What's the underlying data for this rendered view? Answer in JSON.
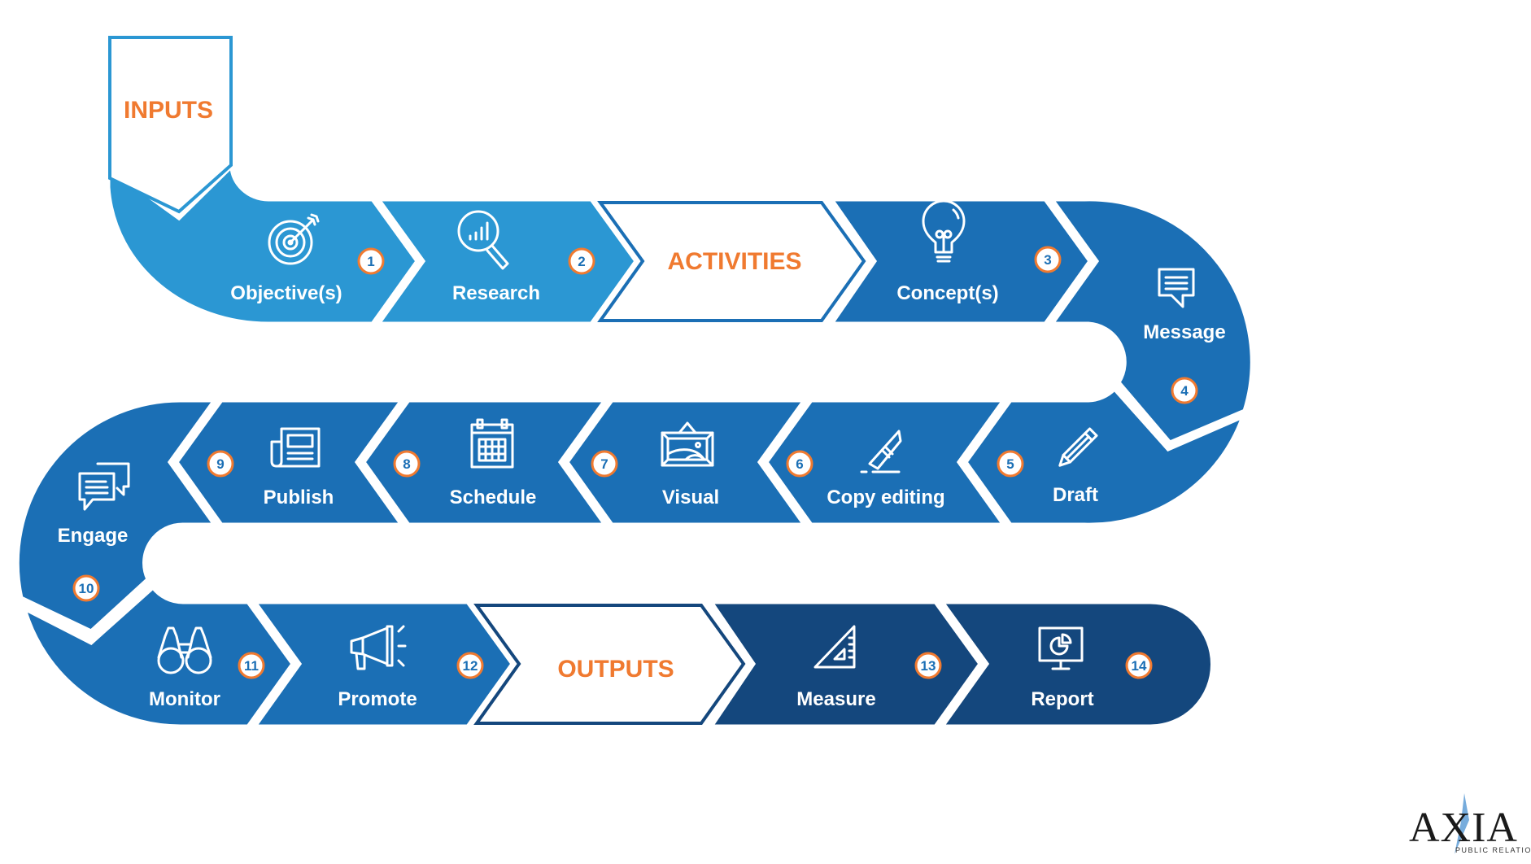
{
  "colors": {
    "light_blue": "#2B97D3",
    "mid_blue": "#1B6FB5",
    "dark_blue": "#14477D",
    "accent_orange": "#F07A30",
    "badge_text_blue": "#1B6FB5",
    "white": "#FFFFFF"
  },
  "stages": {
    "inputs": "INPUTS",
    "activities": "ACTIVITIES",
    "outputs": "OUTPUTS"
  },
  "steps": [
    {
      "number": "1",
      "label": "Objective(s)",
      "icon": "target-icon"
    },
    {
      "number": "2",
      "label": "Research",
      "icon": "magnifier-chart-icon"
    },
    {
      "number": "3",
      "label": "Concept(s)",
      "icon": "lightbulb-icon"
    },
    {
      "number": "4",
      "label": "Message",
      "icon": "speech-bubble-icon"
    },
    {
      "number": "5",
      "label": "Draft",
      "icon": "pencil-icon"
    },
    {
      "number": "6",
      "label": "Copy editing",
      "icon": "craft-knife-icon"
    },
    {
      "number": "7",
      "label": "Visual",
      "icon": "framed-picture-icon"
    },
    {
      "number": "8",
      "label": "Schedule",
      "icon": "calendar-icon"
    },
    {
      "number": "9",
      "label": "Publish",
      "icon": "newspaper-icon"
    },
    {
      "number": "10",
      "label": "Engage",
      "icon": "chat-bubbles-icon"
    },
    {
      "number": "11",
      "label": "Monitor",
      "icon": "binoculars-icon"
    },
    {
      "number": "12",
      "label": "Promote",
      "icon": "megaphone-icon"
    },
    {
      "number": "13",
      "label": "Measure",
      "icon": "set-square-icon"
    },
    {
      "number": "14",
      "label": "Report",
      "icon": "monitor-pie-chart-icon"
    }
  ],
  "logo": {
    "name": "AXIA",
    "tagline": "PUBLIC RELATIONS"
  }
}
